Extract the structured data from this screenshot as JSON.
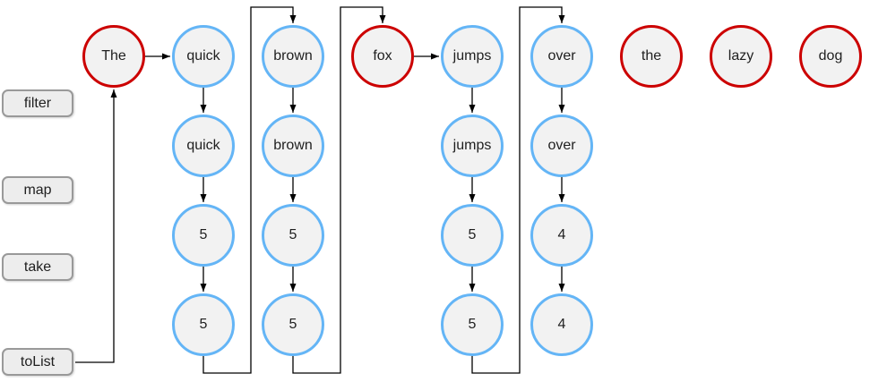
{
  "operations": [
    {
      "label": "filter"
    },
    {
      "label": "map"
    },
    {
      "label": "take"
    },
    {
      "label": "toList"
    }
  ],
  "rows": {
    "source": [
      {
        "label": "The",
        "state": "rejected"
      },
      {
        "label": "quick",
        "state": "accepted"
      },
      {
        "label": "brown",
        "state": "accepted"
      },
      {
        "label": "fox",
        "state": "rejected"
      },
      {
        "label": "jumps",
        "state": "accepted"
      },
      {
        "label": "over",
        "state": "accepted"
      },
      {
        "label": "the",
        "state": "rejected"
      },
      {
        "label": "lazy",
        "state": "rejected"
      },
      {
        "label": "dog",
        "state": "rejected"
      }
    ],
    "filtered": [
      {
        "label": "quick"
      },
      {
        "label": "brown"
      },
      {
        "label": "jumps"
      },
      {
        "label": "over"
      }
    ],
    "mapped": [
      {
        "label": "5"
      },
      {
        "label": "5"
      },
      {
        "label": "5"
      },
      {
        "label": "4"
      }
    ],
    "taken": [
      {
        "label": "5"
      },
      {
        "label": "5"
      },
      {
        "label": "5"
      },
      {
        "label": "4"
      }
    ]
  },
  "colors": {
    "rejected_border": "#cc0000",
    "accepted_border": "#64b5f6",
    "node_fill": "#f2f2f2",
    "connector": "#000000",
    "box_fill": "#ededed",
    "box_border": "#999999"
  }
}
